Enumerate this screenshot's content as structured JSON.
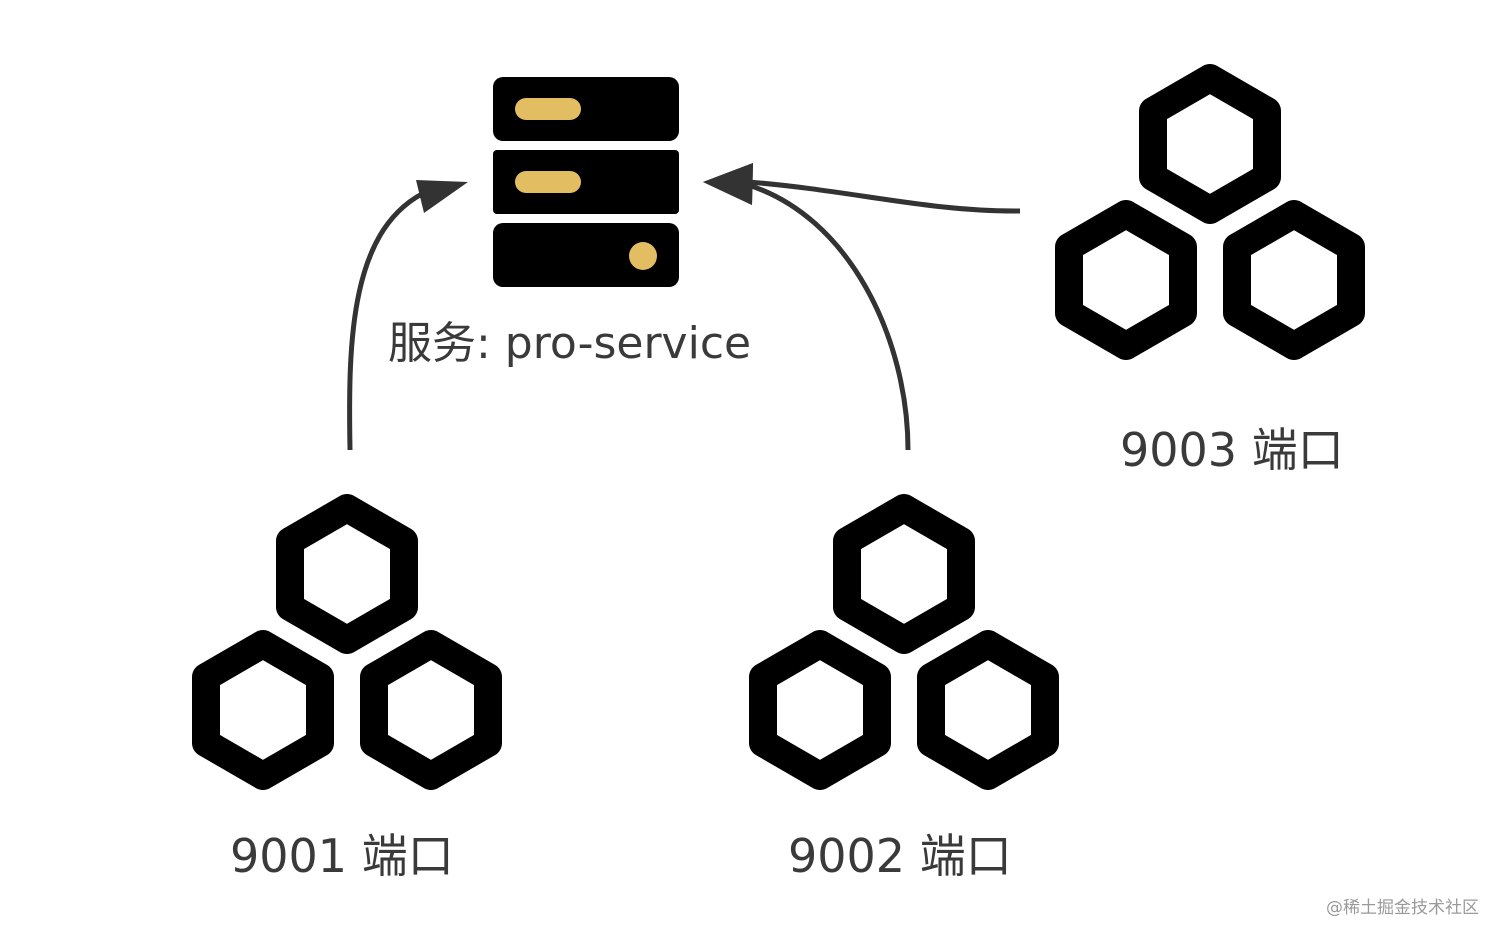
{
  "service": {
    "label": "服务: pro-service",
    "icon": "server-icon",
    "colors": {
      "body": "#000000",
      "accent": "#e3bd62"
    }
  },
  "nodes": [
    {
      "id": "node-9001",
      "label": "9001 端口",
      "icon": "cluster-icon"
    },
    {
      "id": "node-9002",
      "label": "9002 端口",
      "icon": "cluster-icon"
    },
    {
      "id": "node-9003",
      "label": "9003 端口",
      "icon": "cluster-icon"
    }
  ],
  "edges": [
    {
      "from": "9001",
      "to": "pro-service"
    },
    {
      "from": "9002",
      "to": "pro-service"
    },
    {
      "from": "9003",
      "to": "pro-service"
    }
  ],
  "watermark": "@稀土掘金技术社区"
}
